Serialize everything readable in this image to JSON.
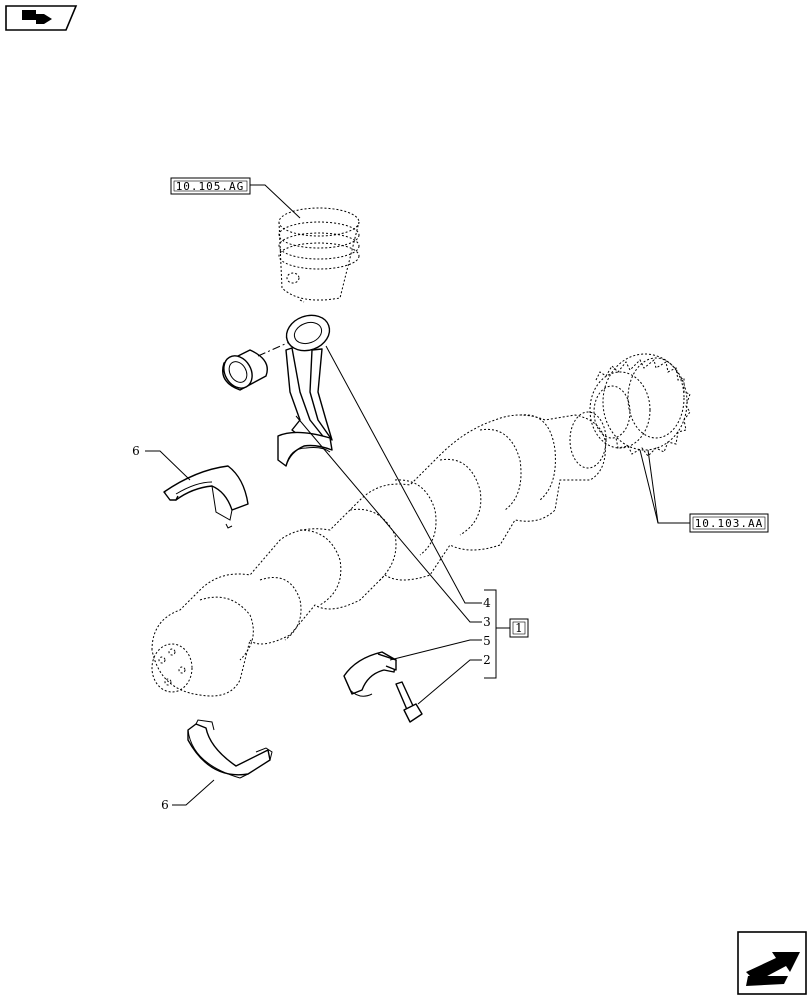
{
  "references": {
    "piston_ref": "10.105.AG",
    "timing_gear_ref": "10.103.AA"
  },
  "group_label": "1",
  "part_numbers": {
    "item_4": "4",
    "item_3": "3",
    "item_5": "5",
    "item_2": "2",
    "bearing_upper_6": "6",
    "bearing_lower_6": "6"
  },
  "icons": {
    "top_left": "catalog-arrow-icon",
    "bottom_right": "next-page-arrow-icon"
  }
}
